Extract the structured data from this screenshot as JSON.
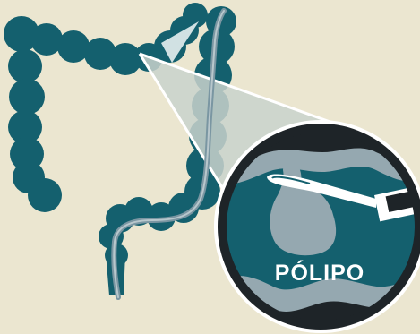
{
  "diagram": {
    "polyp_label": "PÓLIPO",
    "colors": {
      "background": "#ebe6d0",
      "colon": "#14606e",
      "colon_wall_gray": "#95a8b0",
      "scope_tube": "#7a96a2",
      "magnifier_ring": "#ffffff",
      "dark_rim": "#1e2428",
      "zoom_cone": "#c9d2cc"
    },
    "icons": [
      "colon-illustration",
      "colonoscope-tube",
      "magnifier-callout",
      "polyp-shape",
      "snare-instrument"
    ]
  }
}
